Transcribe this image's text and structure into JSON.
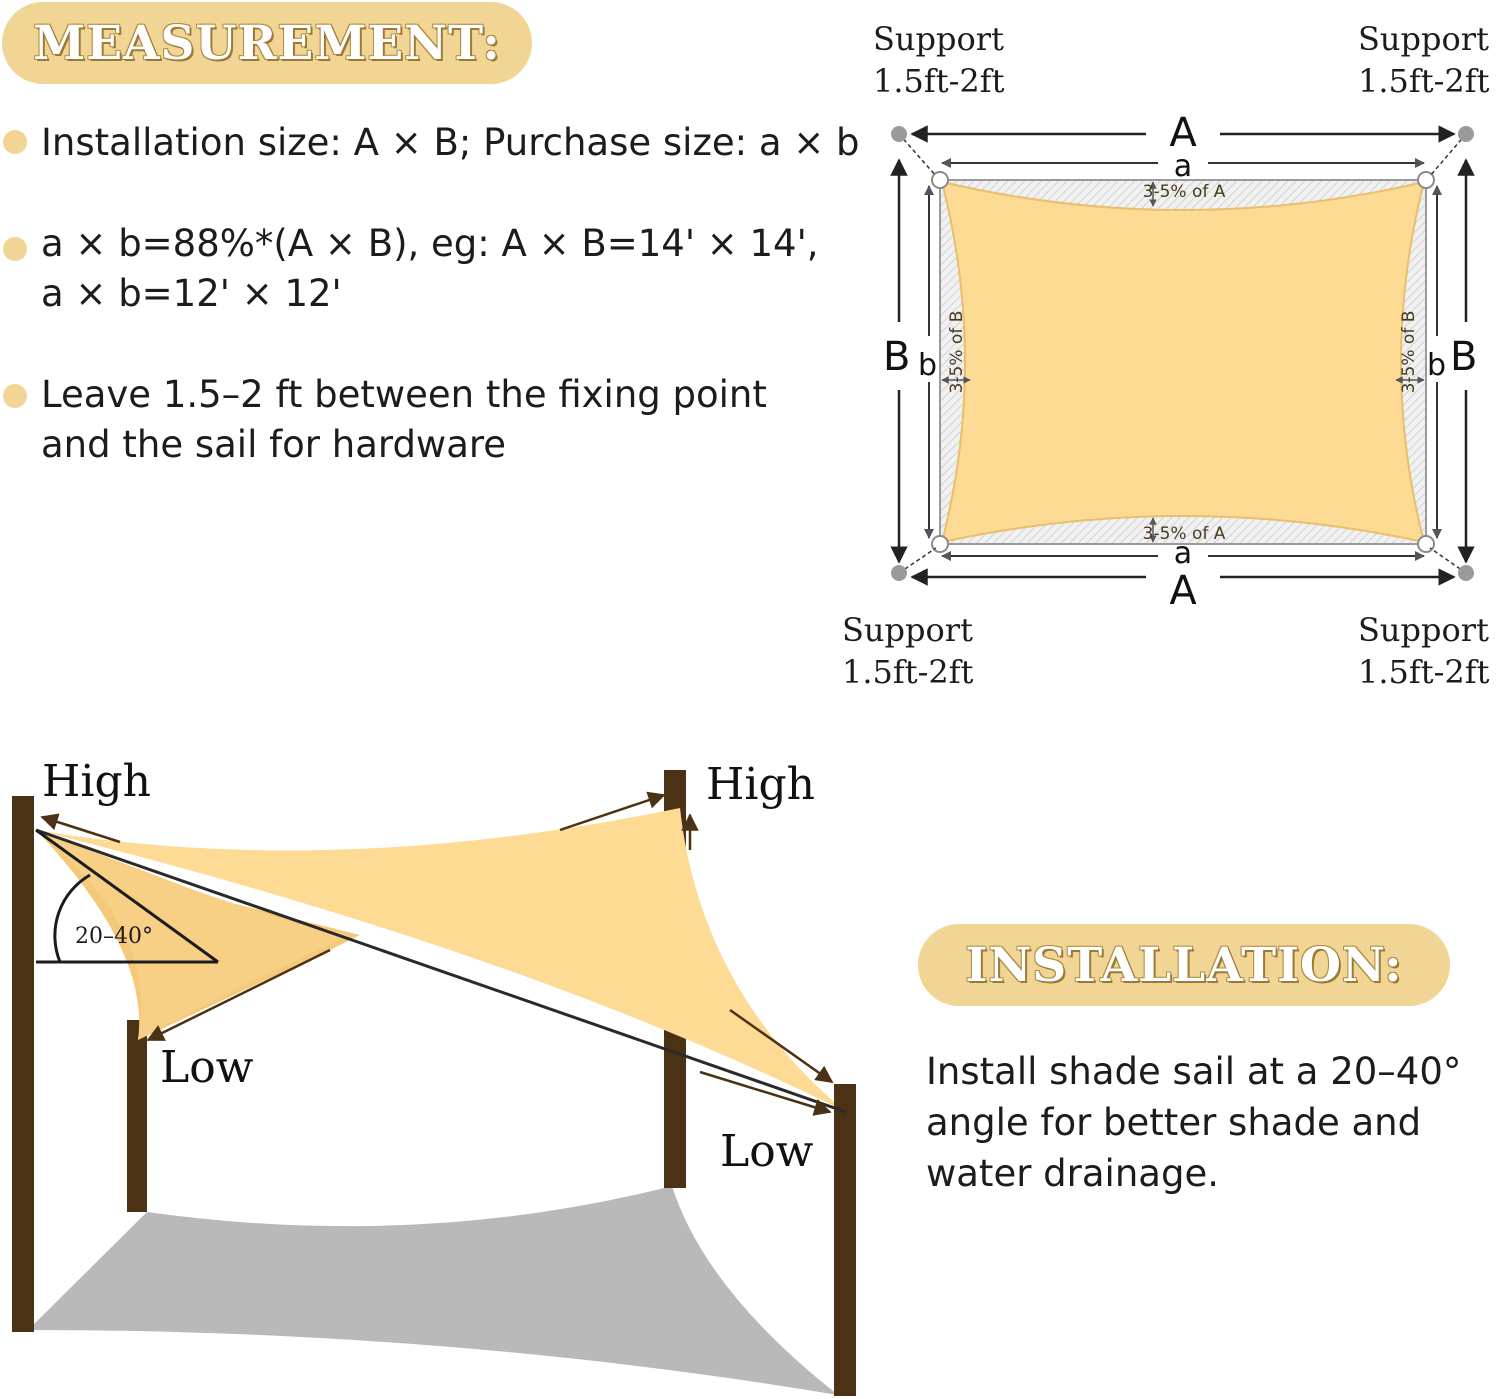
{
  "measurement": {
    "heading": "MEASUREMENT:",
    "bullets": [
      {
        "lines": [
          "Installation size: A × B; Purchase size: a × b"
        ]
      },
      {
        "lines": [
          "a × b=88%*(A × B), eg: A × B=14' × 14',",
          "a × b=12' × 12'"
        ]
      },
      {
        "lines": [
          "Leave 1.5–2 ft between the fixing point",
          "and the sail for hardware"
        ]
      }
    ]
  },
  "diagram": {
    "support_label": "Support",
    "support_range": "1.5ft-2ft",
    "install_width_label": "A",
    "install_height_label": "B",
    "sail_width_label": "a",
    "sail_height_label": "b",
    "sag_width_note": "3-5% of A",
    "sag_height_note": "3-5% of B"
  },
  "installation": {
    "heading": "INSTALLATION:",
    "angle_label": "20–40°",
    "high_label": "High",
    "low_label": "Low",
    "lines": [
      "Install shade sail at a 20–40°",
      "angle for better shade and",
      "water drainage."
    ]
  },
  "colors": {
    "sail": "#fddb94",
    "pill": "#f1d594",
    "post": "#4c3214",
    "shadow": "#b9b9b9"
  }
}
